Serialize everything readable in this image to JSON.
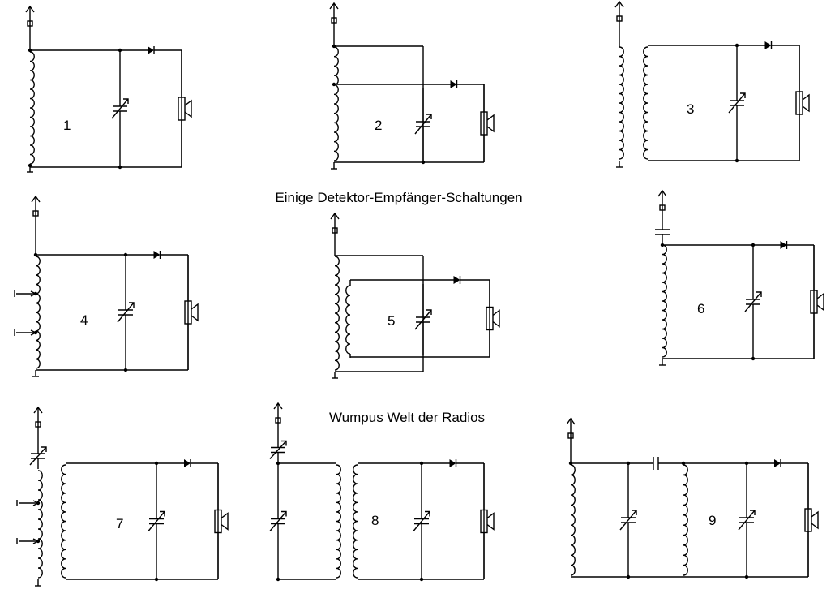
{
  "captions": {
    "title": "Einige Detektor-Empfänger-Schaltungen",
    "subtitle": "Wumpus Welt der Radios"
  },
  "circuits": [
    {
      "id": "1",
      "label": "1"
    },
    {
      "id": "2",
      "label": "2"
    },
    {
      "id": "3",
      "label": "3"
    },
    {
      "id": "4",
      "label": "4"
    },
    {
      "id": "5",
      "label": "5"
    },
    {
      "id": "6",
      "label": "6"
    },
    {
      "id": "7",
      "label": "7"
    },
    {
      "id": "8",
      "label": "8"
    },
    {
      "id": "9",
      "label": "9"
    }
  ],
  "colors": {
    "ink": "#000000",
    "paper": "#ffffff"
  }
}
